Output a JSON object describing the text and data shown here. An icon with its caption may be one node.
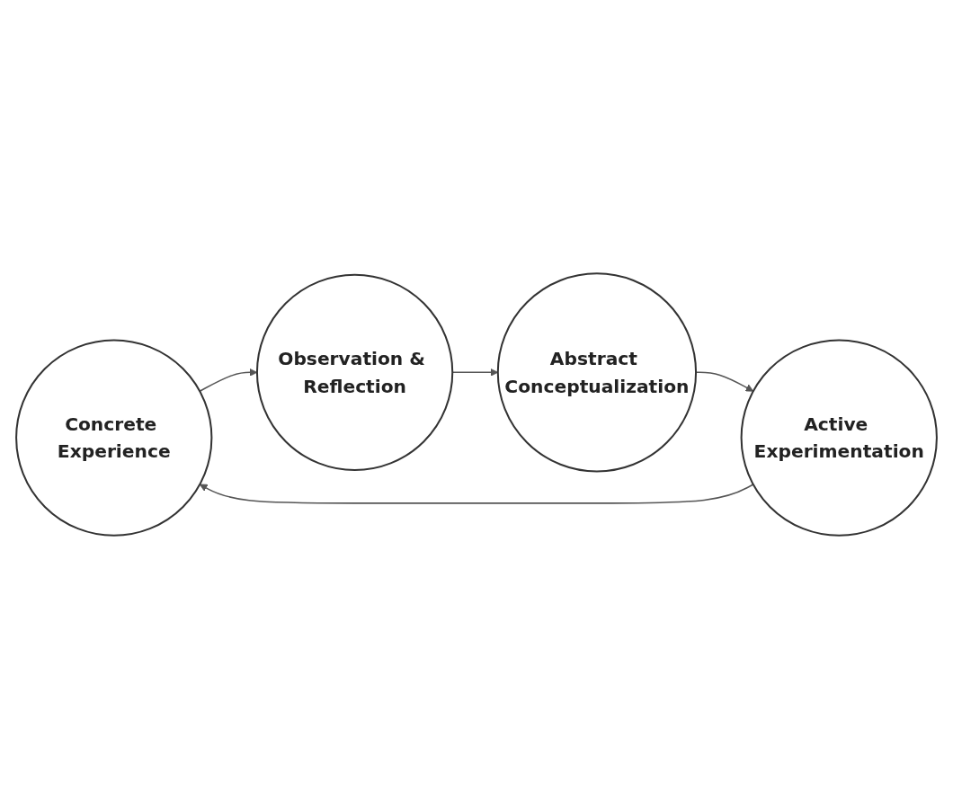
{
  "diagram": {
    "nodes": [
      {
        "text": [
          "Concrete Experience"
        ]
      },
      {
        "text": [
          "Observation & Reflection"
        ]
      },
      {
        "text": [
          "Abstract Conceptualization"
        ]
      },
      {
        "text": [
          "Active Experimentation"
        ]
      }
    ],
    "edges": [
      {
        "from": 0,
        "to": 1,
        "arrow": "to"
      },
      {
        "from": 1,
        "to": 2,
        "arrow": "to"
      },
      {
        "from": 2,
        "to": 3,
        "arrow": "to"
      },
      {
        "from": 3,
        "to": 0,
        "arrow": "to"
      }
    ]
  }
}
